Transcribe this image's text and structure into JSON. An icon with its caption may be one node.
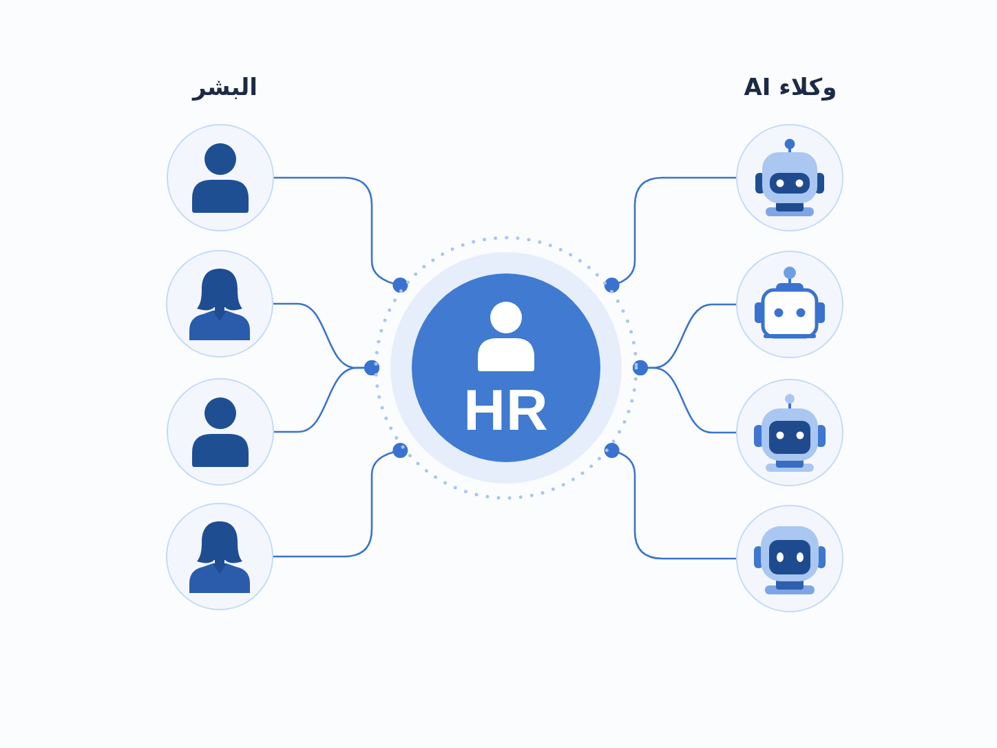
{
  "diagram": {
    "nodes": [
      {
        "text": [],
        "shape": "person"
      },
      {
        "text": [],
        "shape": "person"
      },
      {
        "text": [],
        "shape": "person"
      },
      {
        "text": [],
        "shape": "person"
      },
      {
        "text": [
          "HR"
        ]
      },
      {
        "text": [],
        "shape": "robot"
      },
      {
        "text": [],
        "shape": "robot"
      },
      {
        "text": [],
        "shape": "robot"
      },
      {
        "text": [],
        "shape": "robot"
      }
    ],
    "edges": [
      {
        "from": 0,
        "to": 4,
        "arrow": "other"
      },
      {
        "from": 1,
        "to": 4,
        "arrow": "other"
      },
      {
        "from": 2,
        "to": 4,
        "arrow": "other"
      },
      {
        "from": 3,
        "to": 4,
        "arrow": "other"
      },
      {
        "from": 5,
        "to": 4,
        "arrow": "other"
      },
      {
        "from": 6,
        "to": 4,
        "arrow": "other"
      },
      {
        "from": 7,
        "to": 4,
        "arrow": "other"
      },
      {
        "from": 8,
        "to": 4,
        "arrow": "other"
      }
    ],
    "labels": [
      "البشر",
      "وكلاء AI"
    ]
  }
}
